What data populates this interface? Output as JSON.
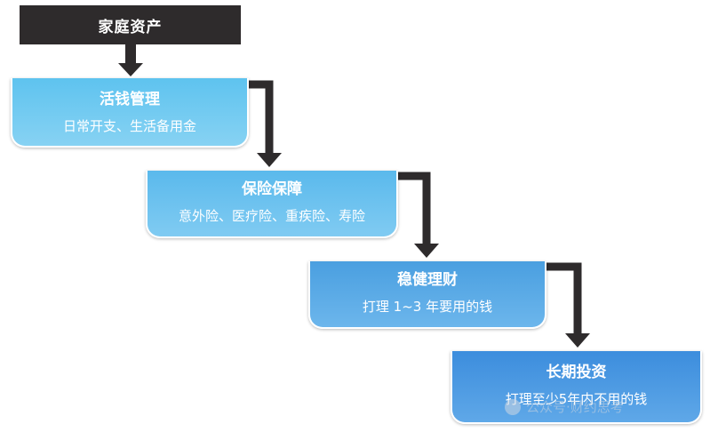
{
  "header": {
    "title": "家庭资产"
  },
  "steps": [
    {
      "title": "活钱管理",
      "subtitle": "日常开支、生活备用金"
    },
    {
      "title": "保险保障",
      "subtitle": "意外险、医疗险、重疾险、寿险"
    },
    {
      "title": "稳健理财",
      "subtitle": "打理 1~3 年要用的钱"
    },
    {
      "title": "长期投资",
      "subtitle": "打理至少5年内不用的钱"
    }
  ],
  "watermark": {
    "text": "公众号·财约思考"
  },
  "colors": {
    "header_bg": "#2e2b2c",
    "arrow": "#2e2b2c",
    "step1": "#5ec3ef",
    "step2": "#5ab9ec",
    "step3": "#4a9fe0",
    "step4": "#3c8ddd"
  }
}
